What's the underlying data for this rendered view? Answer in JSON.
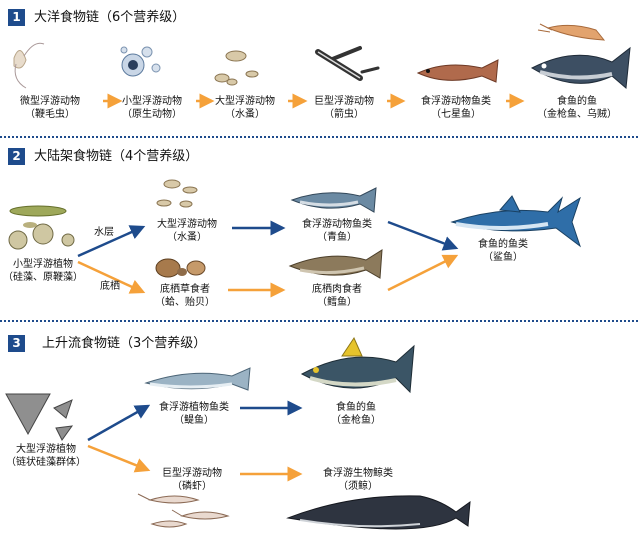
{
  "colors": {
    "blue": "#1e4b8c",
    "orange": "#f5a13a",
    "badge": "#1e4b8c"
  },
  "sections": [
    {
      "number": "1",
      "title": "大洋食物链（6个营养级）",
      "chain": [
        {
          "name": "微型浮游动物",
          "sub": "（鞭毛虫）",
          "icon": "flagellate-icon"
        },
        {
          "name": "小型浮游动物",
          "sub": "（原生动物）",
          "icon": "protozoa-icon"
        },
        {
          "name": "大型浮游动物",
          "sub": "（水蚤）",
          "icon": "water-flea-icon"
        },
        {
          "name": "巨型浮游动物",
          "sub": "（箭虫）",
          "icon": "arrow-worm-icon"
        },
        {
          "name": "食浮游动物鱼类",
          "sub": "（七星鱼）",
          "icon": "lanternfish-icon"
        },
        {
          "name": "食鱼的鱼",
          "sub": "（金枪鱼、乌贼）",
          "icon": "tuna-squid-icon"
        }
      ]
    },
    {
      "number": "2",
      "title": "大陆架食物链（4个营养级）",
      "producer": {
        "name": "小型浮游植物",
        "sub": "（硅藻、原鞭藻）",
        "icon": "diatom-icon"
      },
      "branch_top": "水层",
      "branch_bottom": "底栖",
      "mid_top": {
        "name": "大型浮游动物",
        "sub": "（水蚤）",
        "icon": "water-flea-icon"
      },
      "mid_bottom": {
        "name": "底栖草食者",
        "sub": "（蛤、贻贝）",
        "icon": "clam-icon"
      },
      "fish_top": {
        "name": "食浮游动物鱼类",
        "sub": "（青鱼）",
        "icon": "herring-icon"
      },
      "fish_bottom": {
        "name": "底栖肉食者",
        "sub": "（鳕鱼）",
        "icon": "cod-icon"
      },
      "top": {
        "name": "食鱼的鱼类",
        "sub": "（鲨鱼）",
        "icon": "shark-icon"
      }
    },
    {
      "number": "3",
      "title": "上升流食物链（3个营养级）",
      "producer": {
        "name": "大型浮游植物",
        "sub": "（链状硅藻群体）",
        "icon": "chain-diatom-icon"
      },
      "mid_top": {
        "name": "食浮游植物鱼类",
        "sub": "（鳀鱼）",
        "icon": "anchovy-icon"
      },
      "top_top": {
        "name": "食鱼的鱼",
        "sub": "（金枪鱼）",
        "icon": "yellowfin-tuna-icon"
      },
      "mid_bottom": {
        "name": "巨型浮游动物",
        "sub": "（磷虾）",
        "icon": "krill-icon"
      },
      "top_bottom": {
        "name": "食浮游生物鲸类",
        "sub": "（须鲸）",
        "icon": "baleen-whale-icon"
      }
    }
  ]
}
